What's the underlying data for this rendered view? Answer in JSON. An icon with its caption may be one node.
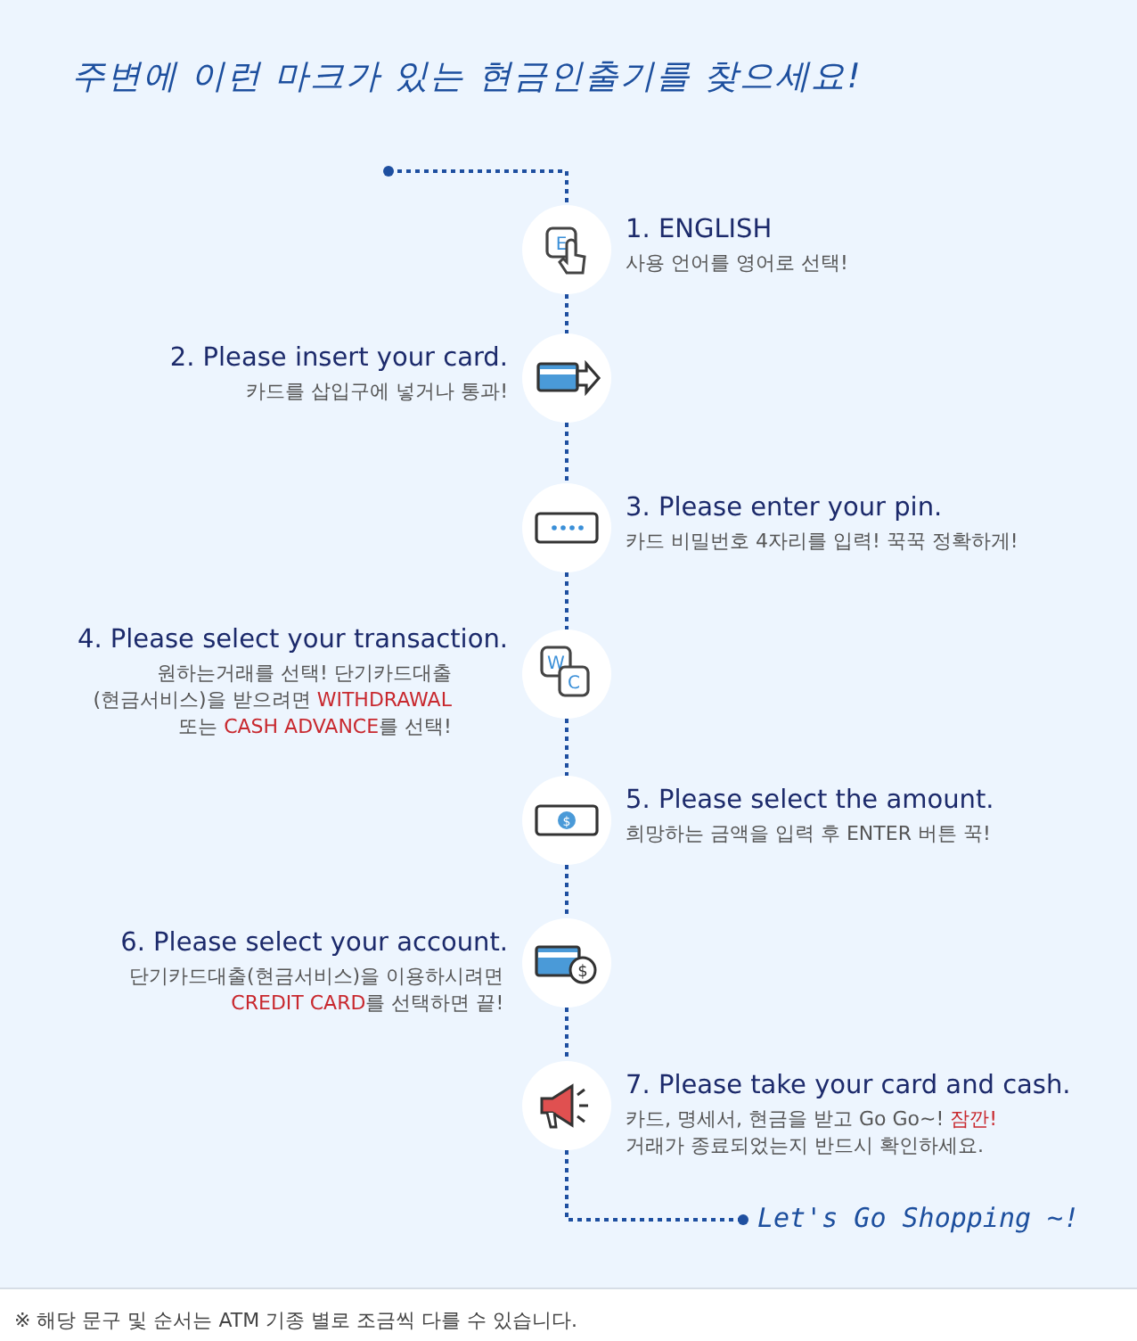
{
  "diagram": {
    "title": "주변에 이런 마크가 있는 현금인출기를 찾으세요!",
    "nodes": [
      {
        "text": [],
        "shape": "circle",
        "beside": [
          "1. ENGLISH",
          "사용 언어를 영어로 선택!"
        ]
      },
      {
        "text": [],
        "shape": "circle",
        "beside": [
          "2. Please insert your card.",
          "카드를 삽입구에 넣거나 통과!"
        ]
      },
      {
        "text": [],
        "shape": "circle",
        "beside": [
          "3. Please enter your pin.",
          "카드 비밀번호 4자리를 입력! 꾹꾹 정확하게!"
        ]
      },
      {
        "text": [],
        "shape": "circle",
        "beside": [
          "4. Please select your transaction.",
          "원하는거래를 선택! 단기카드대출(현금서비스)을 받으려면 **WITHDRAWAL** 또는 **CASH ADVANCE**를 선택!"
        ]
      },
      {
        "text": [],
        "shape": "circle",
        "beside": [
          "5. Please select the amount.",
          "희망하는 금액을 입력 후 ENTER 버튼 꾹!"
        ]
      },
      {
        "text": [],
        "shape": "circle",
        "beside": [
          "6. Please select your account.",
          "단기카드대출(현금서비스)을 이용하시려면 **CREDIT CARD**를 선택하면 끝!"
        ]
      },
      {
        "text": [],
        "shape": "circle",
        "beside": [
          "7. Please take your card and cash.",
          "카드, 명세서, 현금을 받고 Go Go~! **잠깐!** 거래가 종료되었는지 반드시 확인하세요."
        ]
      },
      {
        "text": [
          "Let's Go Shopping ~!"
        ]
      }
    ],
    "edges": [
      {
        "from": null,
        "to": 0,
        "arrow": "other",
        "style": "dashed"
      },
      {
        "from": 0,
        "to": 1,
        "arrow": "none",
        "style": "dashed"
      },
      {
        "from": 1,
        "to": 2,
        "arrow": "none",
        "style": "dashed"
      },
      {
        "from": 2,
        "to": 3,
        "arrow": "none",
        "style": "dashed"
      },
      {
        "from": 3,
        "to": 4,
        "arrow": "none",
        "style": "dashed"
      },
      {
        "from": 4,
        "to": 5,
        "arrow": "none",
        "style": "dashed"
      },
      {
        "from": 5,
        "to": 6,
        "arrow": "none",
        "style": "dashed"
      },
      {
        "from": 6,
        "to": 7,
        "arrow": "other",
        "style": "dashed"
      }
    ],
    "labels": [
      "E",
      "W",
      "C",
      "$",
      "$",
      "※ 해당 문구 및 순서는 ATM 기종 별로 조금씩 다를 수 있습니다."
    ]
  }
}
